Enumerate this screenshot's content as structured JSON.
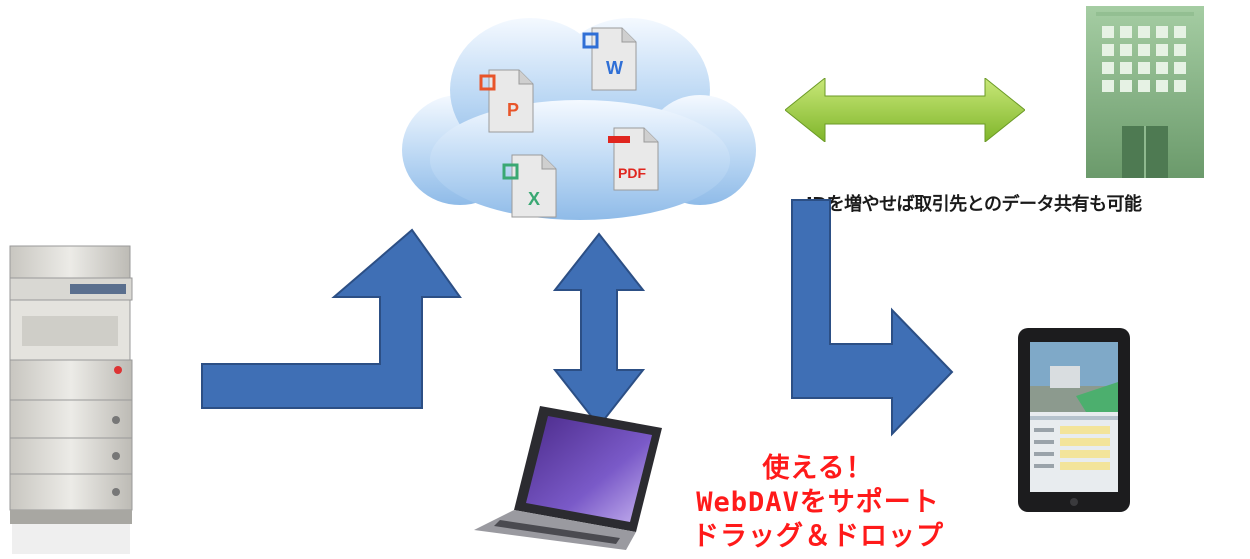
{
  "cloud": {
    "documents": [
      {
        "icon": "powerpoint-icon",
        "letter": "P",
        "color": "#e8552a"
      },
      {
        "icon": "word-icon",
        "letter": "W",
        "color": "#2f6fd6"
      },
      {
        "icon": "excel-icon",
        "letter": "X",
        "color": "#3aa873"
      },
      {
        "icon": "pdf-icon",
        "letter": "PDF",
        "color": "#e0261f"
      }
    ]
  },
  "captions": {
    "partner_sharing": "IDを増やせば取引先とのデータ共有も可能",
    "webdav_line1": "使える！",
    "webdav_line2": "WebDAVをサポート",
    "webdav_line3": "ドラッグ＆ドロップ"
  },
  "colors": {
    "flow_arrow": "#3f6fb5",
    "share_arrow": "#9bcc3a",
    "caption_red": "#ff1a1a"
  }
}
